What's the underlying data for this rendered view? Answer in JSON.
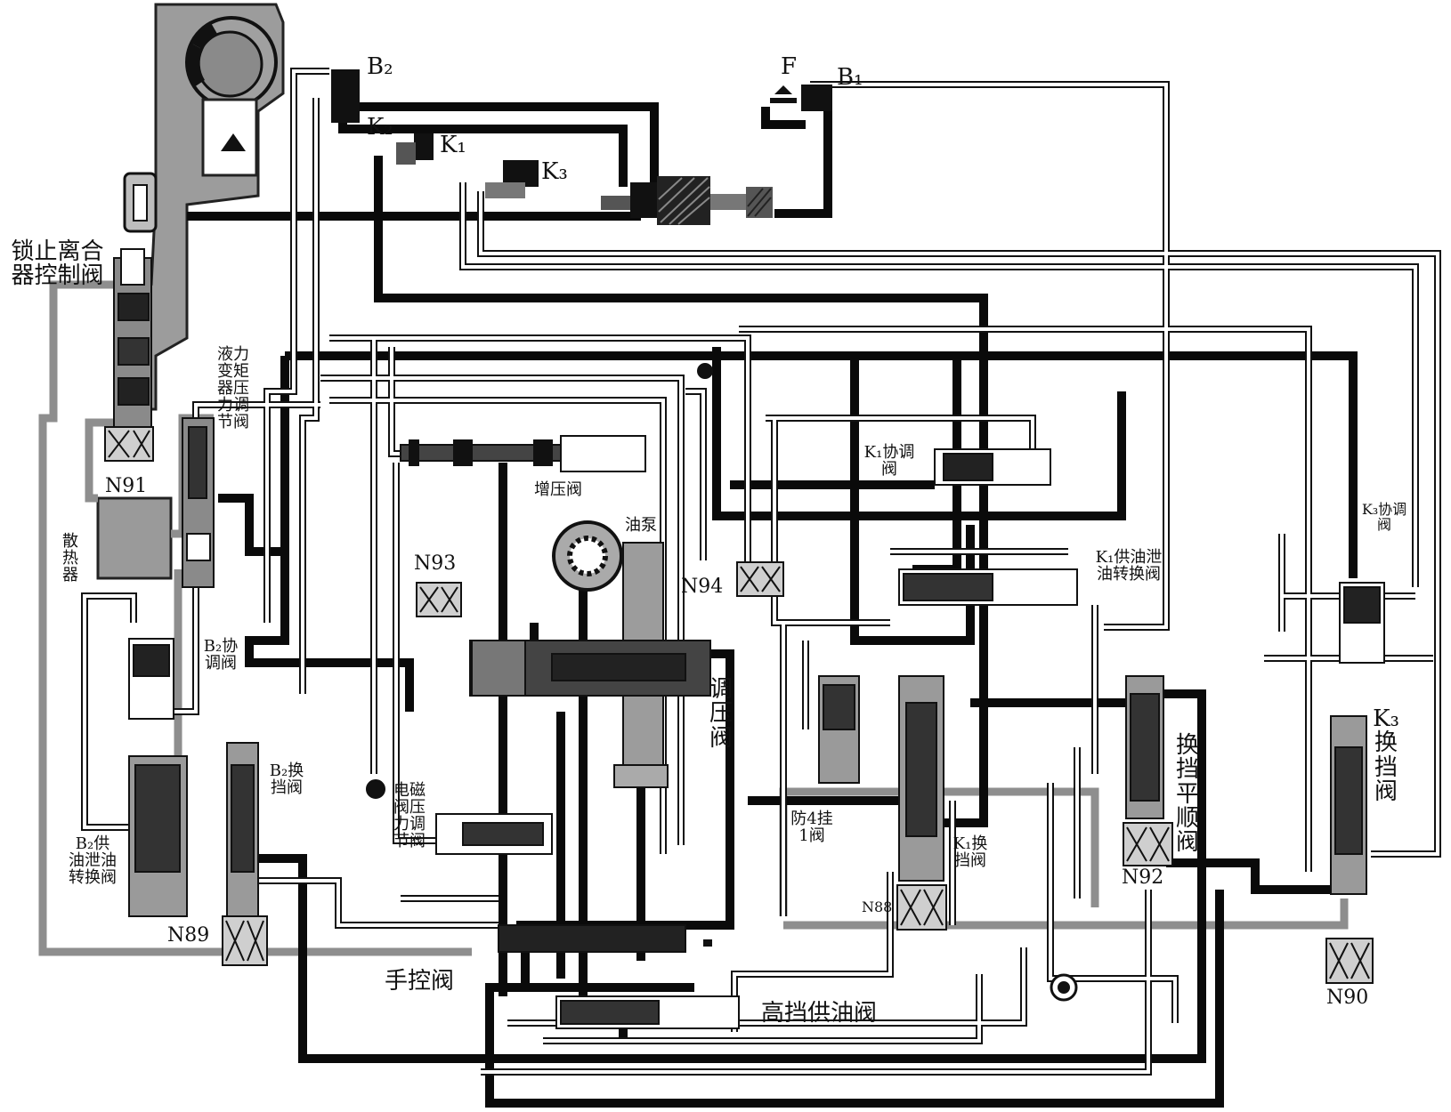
{
  "diagram": {
    "labels": {
      "B2_top": "B₂",
      "K2": "K₂",
      "K1": "K₁",
      "K3": "K₃",
      "F": "F",
      "B1": "B₁",
      "lockup_valve": "锁止离合器控制阀",
      "torque_converter_valve": "液力变矩器压力调节阀",
      "N91": "N91",
      "radiator": "散热器",
      "boost_valve": "增压阀",
      "oil_pump": "油泵",
      "N93": "N93",
      "N94": "N94",
      "K1_coord": "K₁协调阀",
      "K1_supply": "K₁供油泄油转换阀",
      "K3_coord": "K₃协调阀",
      "B2_coord": "B₂协调阀",
      "regulator": "调压阀",
      "B2_shift": "B₂换挡阀",
      "solenoid_reg": "电磁阀压力调节阀",
      "anti4": "防4挂1阀",
      "K1_shift": "K₁换挡阀",
      "N88": "N88",
      "shift_smooth": "换挡平顺阀",
      "N92": "N92",
      "K3_shift": "K₃换挡阀",
      "B2_supply": "B₂供油泄油转换阀",
      "N89": "N89",
      "manual": "手控阀",
      "high_supply": "高挡供油阀",
      "N90": "N90"
    }
  }
}
